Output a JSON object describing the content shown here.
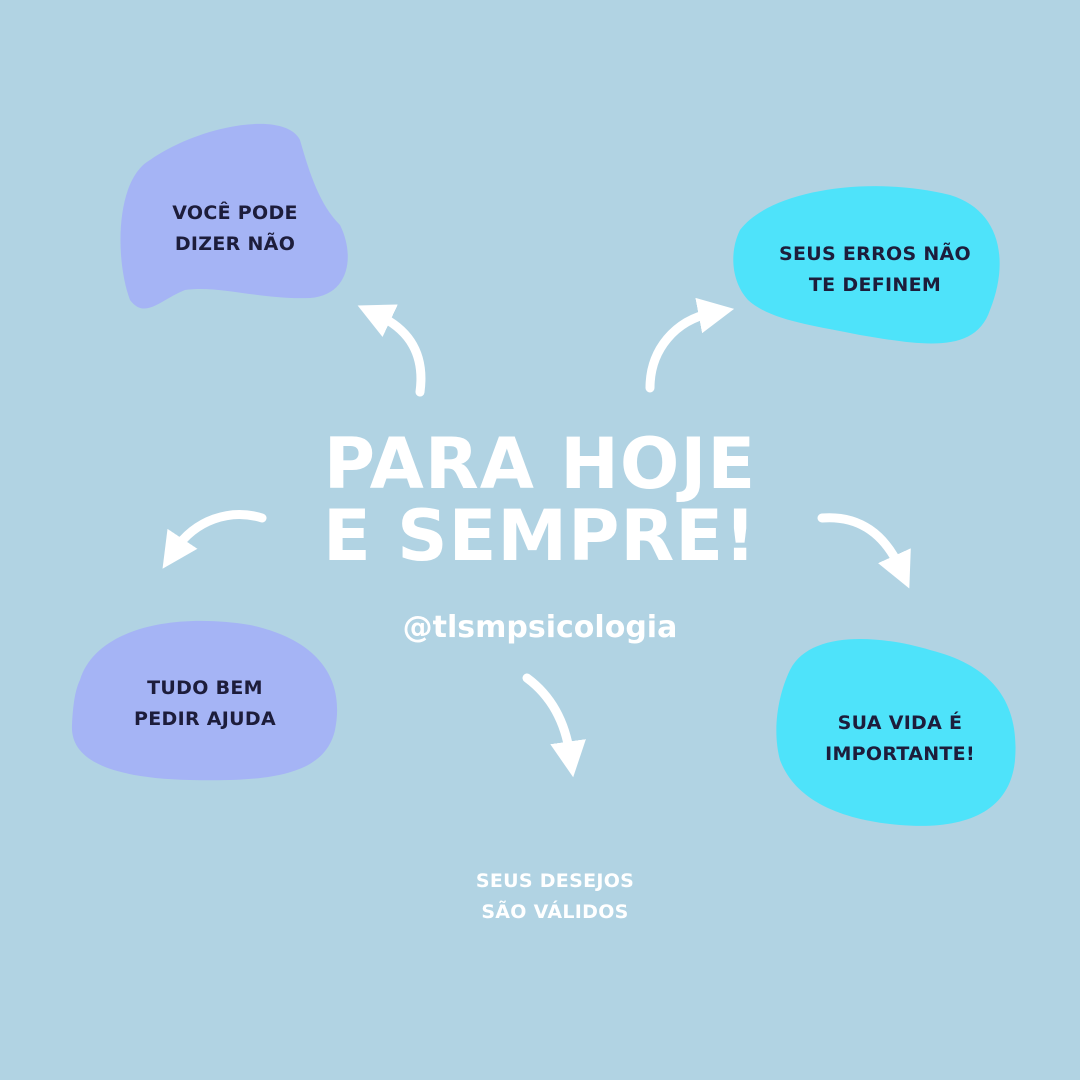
{
  "colors": {
    "background": "#b1d3e3",
    "purple_blob": "#a5b4f5",
    "cyan_blob": "#4ee3fa",
    "text_dark": "#1d1d3b"
  },
  "title": {
    "line1": "PARA HOJE",
    "line2": "E SEMPRE!"
  },
  "handle": "@tlsmpsicologia",
  "messages": [
    {
      "line1": "VOCÊ PODE",
      "line2": "DIZER NÃO"
    },
    {
      "line1": "SEUS ERROS NÃO",
      "line2": "TE DEFINEM"
    },
    {
      "line1": "TUDO BEM",
      "line2": "PEDIR AJUDA"
    },
    {
      "line1": "SUA VIDA É",
      "line2": "IMPORTANTE!"
    },
    {
      "line1": "SEUS DESEJOS",
      "line2": "SÃO VÁLIDOS"
    }
  ]
}
